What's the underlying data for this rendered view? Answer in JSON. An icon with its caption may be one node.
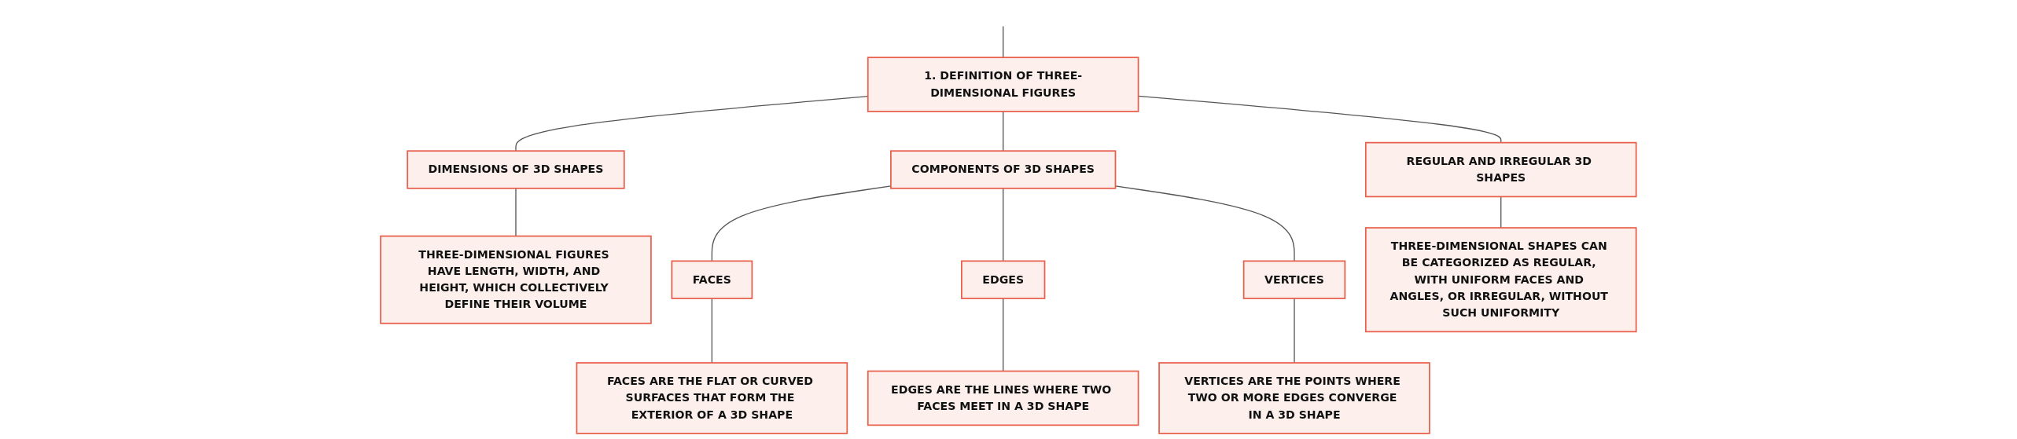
{
  "diagram": {
    "nodes": [
      {
        "text": [
          "1. DEFINITION OF THREE-DIMENSIONAL FIGURES"
        ]
      },
      {
        "text": [
          "DIMENSIONS OF 3D SHAPES"
        ]
      },
      {
        "text": [
          "COMPONENTS OF 3D SHAPES"
        ]
      },
      {
        "text": [
          "REGULAR AND IRREGULAR 3D SHAPES"
        ]
      },
      {
        "text": [
          "THREE-DIMENSIONAL FIGURES HAVE LENGTH, WIDTH, AND HEIGHT, WHICH COLLECTIVELY DEFINE THEIR VOLUME"
        ]
      },
      {
        "text": [
          "FACES"
        ]
      },
      {
        "text": [
          "EDGES"
        ]
      },
      {
        "text": [
          "VERTICES"
        ]
      },
      {
        "text": [
          "FACES ARE THE FLAT OR CURVED SURFACES THAT FORM THE EXTERIOR OF A 3D SHAPE"
        ]
      },
      {
        "text": [
          "EDGES ARE THE LINES WHERE TWO FACES MEET IN A 3D SHAPE"
        ]
      },
      {
        "text": [
          "VERTICES ARE THE POINTS WHERE TWO OR MORE EDGES CONVERGE IN A 3D SHAPE"
        ]
      },
      {
        "text": [
          "THREE-DIMENSIONAL SHAPES CAN BE CATEGORIZED AS REGULAR, WITH UNIFORM FACES AND ANGLES, OR IRREGULAR, WITHOUT SUCH UNIFORMITY"
        ]
      }
    ],
    "edges": [
      {
        "from": null,
        "to": 0,
        "arrow": "none"
      },
      {
        "from": 0,
        "to": 1,
        "arrow": "none"
      },
      {
        "from": 0,
        "to": 2,
        "arrow": "none"
      },
      {
        "from": 0,
        "to": 3,
        "arrow": "none"
      },
      {
        "from": 1,
        "to": 4,
        "arrow": "none"
      },
      {
        "from": 2,
        "to": 5,
        "arrow": "none"
      },
      {
        "from": 2,
        "to": 6,
        "arrow": "none"
      },
      {
        "from": 2,
        "to": 7,
        "arrow": "none"
      },
      {
        "from": 5,
        "to": 8,
        "arrow": "none"
      },
      {
        "from": 6,
        "to": 9,
        "arrow": "none"
      },
      {
        "from": 7,
        "to": 10,
        "arrow": "none"
      },
      {
        "from": 3,
        "to": 11,
        "arrow": "none"
      }
    ]
  }
}
